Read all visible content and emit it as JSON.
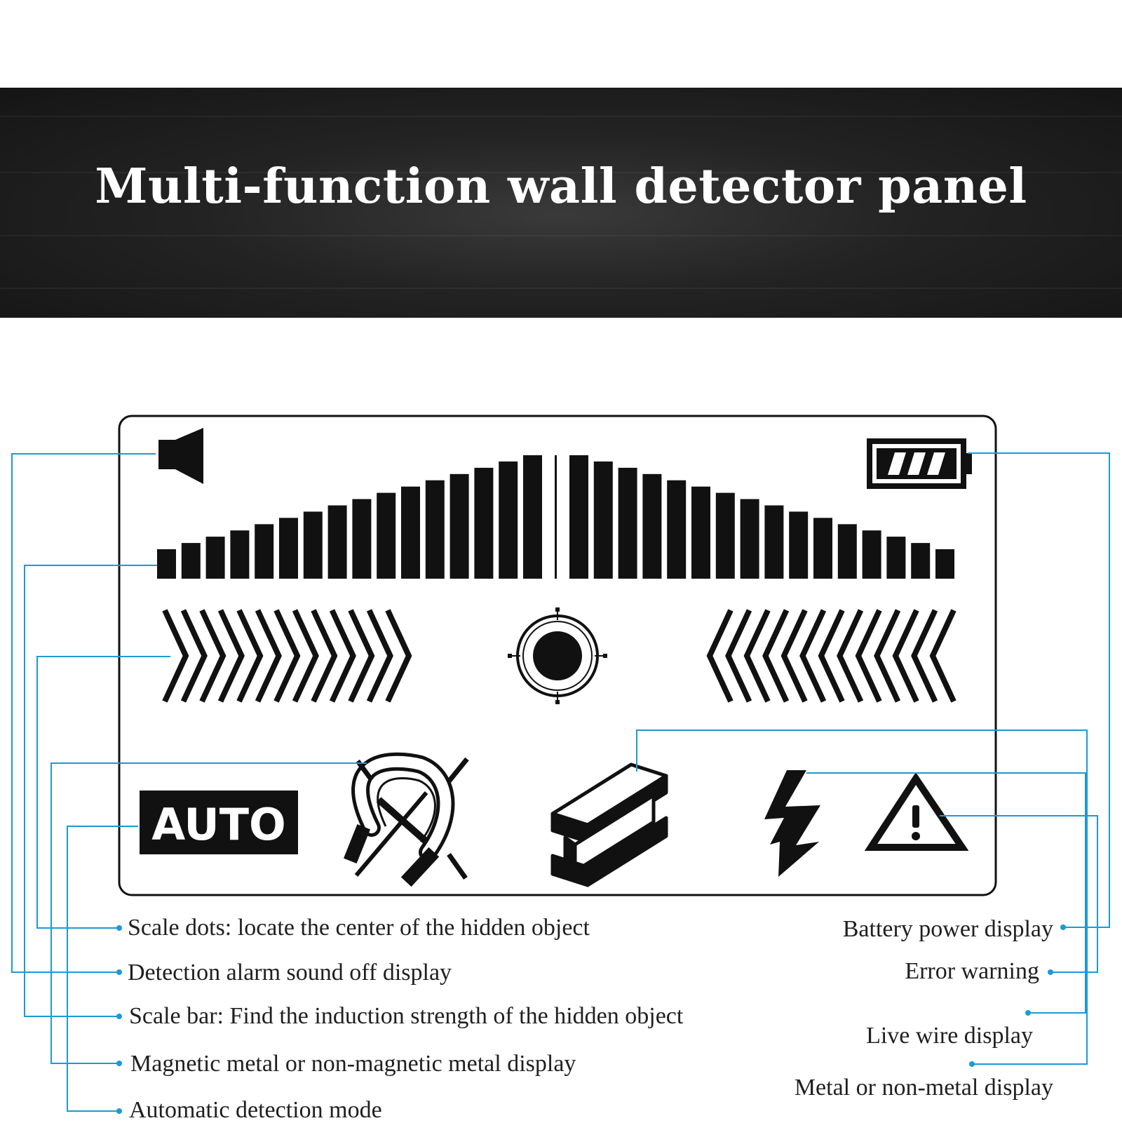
{
  "title": "Multi-function wall detector panel",
  "panel": {
    "auto_label": "AUTO"
  },
  "colors": {
    "banner": "#1c1c1c",
    "leader_lines": "#1b9ad6",
    "lcd_segments": "#111111"
  },
  "icons": [
    "speaker-icon",
    "battery-icon",
    "scale-bar",
    "scale-arrows",
    "target-icon",
    "auto-badge",
    "magnet-icon",
    "metal-beam-icon",
    "lightning-icon",
    "warning-icon"
  ],
  "callouts_left": [
    {
      "id": "scale-dots",
      "text": "Scale dots: locate the center of the hidden object"
    },
    {
      "id": "alarm-off",
      "text": "Detection alarm sound off display"
    },
    {
      "id": "scale-bar",
      "text": "Scale bar: Find the induction strength of the hidden object"
    },
    {
      "id": "magnetic",
      "text": "Magnetic metal or non-magnetic metal display"
    },
    {
      "id": "auto-mode",
      "text": "Automatic detection mode"
    }
  ],
  "callouts_right": [
    {
      "id": "battery",
      "text": "Battery power display"
    },
    {
      "id": "error",
      "text": "Error warning"
    },
    {
      "id": "live-wire",
      "text": "Live wire display"
    },
    {
      "id": "metal",
      "text": "Metal or non-metal display"
    }
  ]
}
